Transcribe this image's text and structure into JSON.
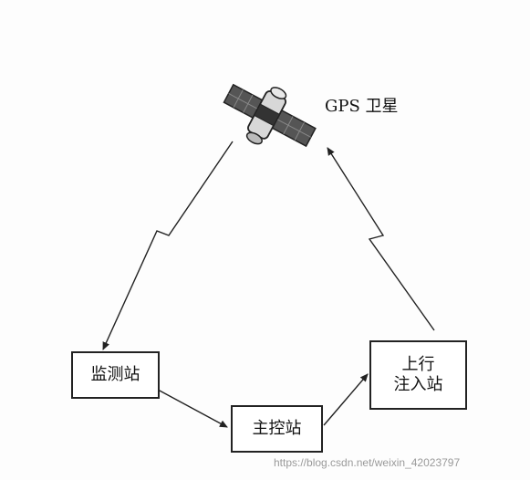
{
  "satellite": {
    "label": "GPS 卫星",
    "icon": "satellite-icon"
  },
  "nodes": {
    "monitor_station": {
      "label": "监测站"
    },
    "master_station": {
      "label": "主控站"
    },
    "upload_station": {
      "line1": "上行",
      "line2": "注入站"
    }
  },
  "flow": [
    {
      "from": "satellite",
      "to": "monitor_station",
      "kind": "radio-link"
    },
    {
      "from": "monitor_station",
      "to": "master_station",
      "kind": "arrow"
    },
    {
      "from": "master_station",
      "to": "upload_station",
      "kind": "arrow"
    },
    {
      "from": "upload_station",
      "to": "satellite",
      "kind": "radio-link"
    }
  ],
  "watermark": "https://blog.csdn.net/weixin_42023797",
  "colors": {
    "line": "#222222",
    "panel": "#444444",
    "body": "#cfcfcf"
  }
}
